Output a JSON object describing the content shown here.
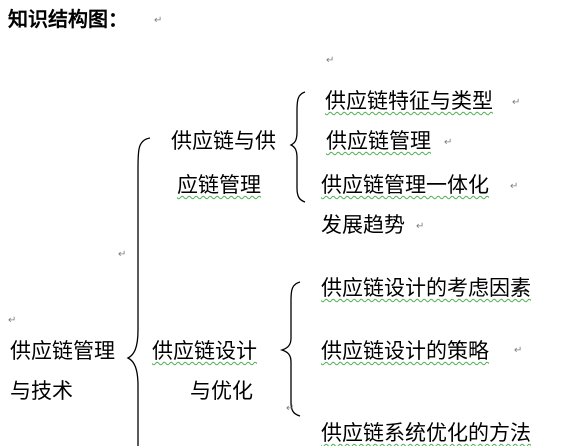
{
  "title": "知识结构图：",
  "root": {
    "line1": "供应链管理",
    "line2": "与技术"
  },
  "branch1": {
    "line1": "供应链与供",
    "line2": "应链管理",
    "items": [
      "供应链特征与类型",
      "供应链管理",
      "供应链管理一体化",
      "发展趋势"
    ]
  },
  "branch2": {
    "line1": "供应链设计",
    "line2": "与优化",
    "items": [
      "供应链设计的考虑因素",
      "供应链设计的策略",
      "供应链系统优化的方法"
    ]
  }
}
